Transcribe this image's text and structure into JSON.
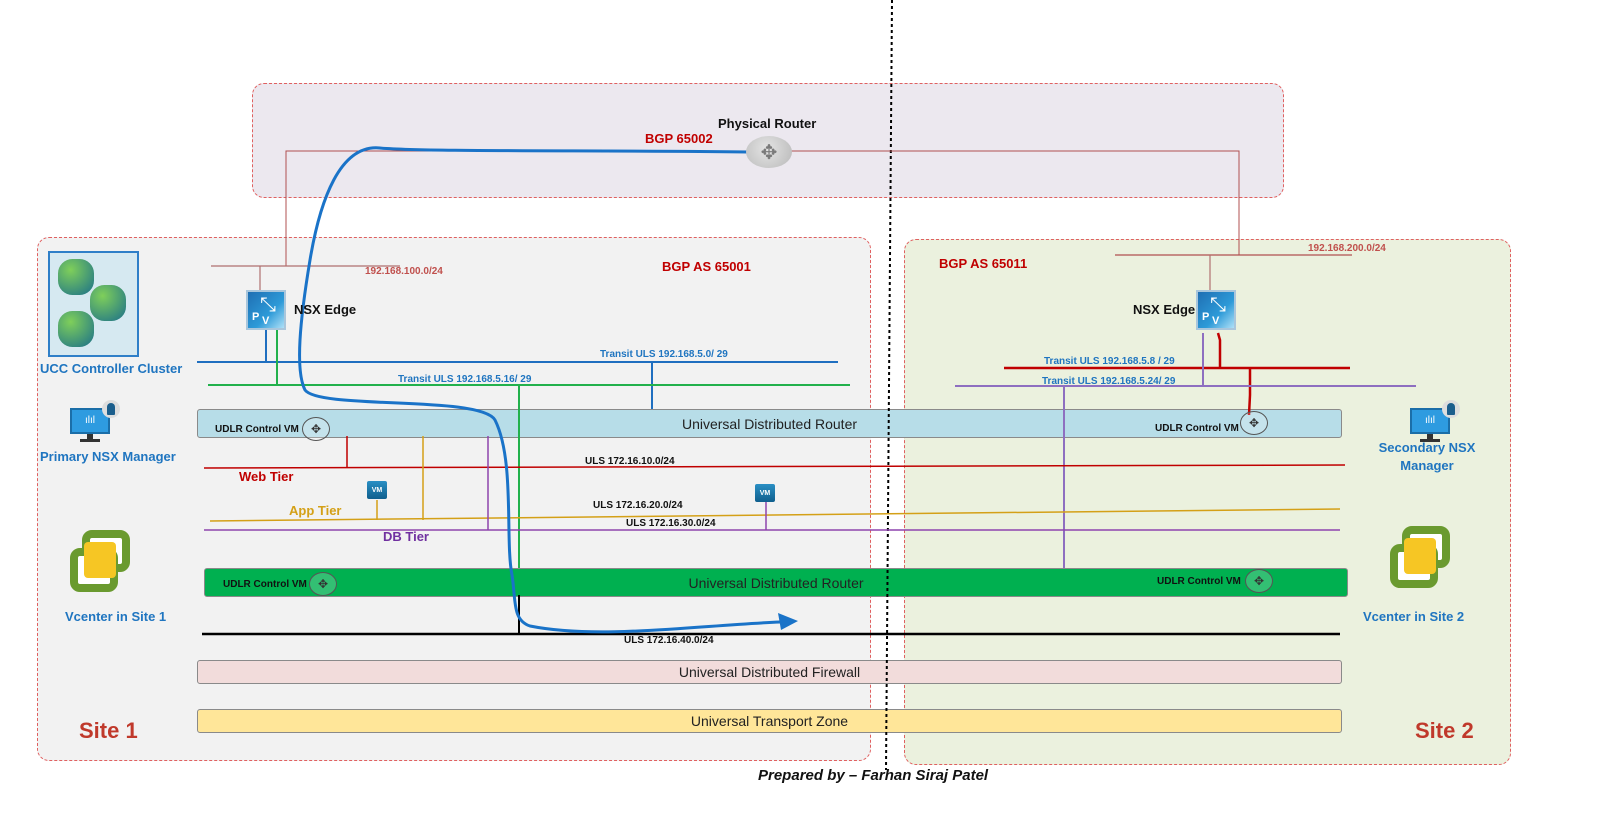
{
  "physical": {
    "router_label": "Physical Router",
    "bgp_label": "BGP 65002"
  },
  "site1": {
    "name": "Site 1",
    "bgp_as": "BGP AS 65001",
    "uplink_subnet": "192.168.100.0/24",
    "edge_label": "NSX Edge",
    "controller_label": "UCC Controller Cluster",
    "manager_label": "Primary NSX Manager",
    "vcenter_label": "Vcenter in Site 1",
    "transit_blue": "Transit ULS 192.168.5.0/ 29",
    "transit_green": "Transit ULS 192.168.5.16/ 29",
    "udlr_control_vm": "UDLR Control VM"
  },
  "site2": {
    "name": "Site 2",
    "bgp_as": "BGP AS 65011",
    "uplink_subnet": "192.168.200.0/24",
    "edge_label": "NSX Edge",
    "manager_label": "Secondary NSX Manager",
    "vcenter_label": "Vcenter in Site 2",
    "transit_red": "Transit ULS 192.168.5.8 / 29",
    "transit_purple": "Transit ULS 192.168.5.24/ 29",
    "udlr_control_vm": "UDLR Control VM"
  },
  "shared": {
    "udr_blue": "Universal Distributed Router",
    "udr_green": "Universal Distributed Router",
    "udfw": "Universal Distributed Firewall",
    "utz": "Universal Transport Zone",
    "web_tier": "Web Tier",
    "app_tier": "App Tier",
    "db_tier": "DB Tier",
    "uls_web": "ULS 172.16.10.0/24",
    "uls_app": "ULS 172.16.20.0/24",
    "uls_db": "ULS 172.16.30.0/24",
    "uls_40": "ULS 172.16.40.0/24",
    "vm_label": "VM"
  },
  "footer": {
    "credit": "Prepared by – Farhan Siraj Patel"
  },
  "colors": {
    "site_red": "#c0392b",
    "bgp_red": "#c00000",
    "label_blue": "#1f75c0",
    "udr_blue_fill": "#b7dde8",
    "udr_green_fill": "#00b050",
    "udfw_fill": "#f2dcdb",
    "utz_fill": "#ffe699"
  }
}
